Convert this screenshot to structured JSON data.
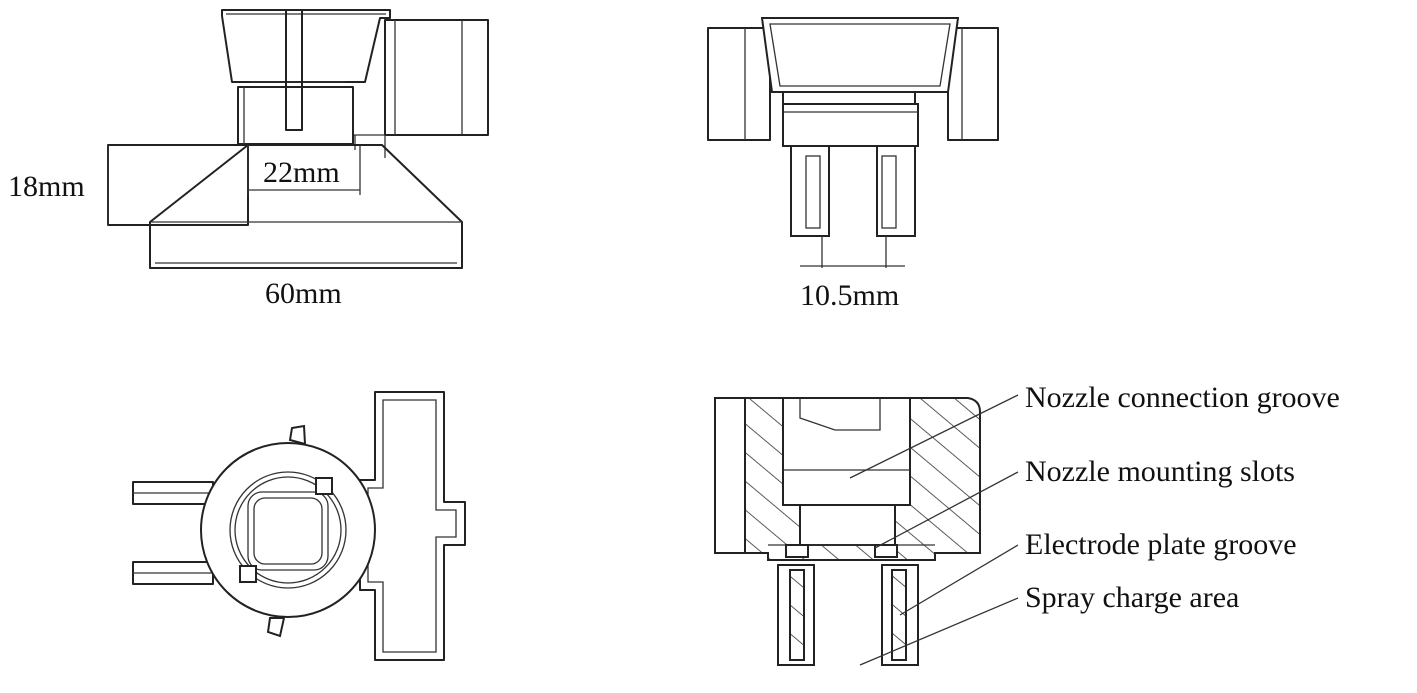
{
  "dimensions": {
    "height_left": "18mm",
    "inner_width": "22mm",
    "base_width": "60mm",
    "pin_spacing": "10.5mm"
  },
  "annotations": {
    "connection_groove": "Nozzle connection groove",
    "mounting_slots": "Nozzle mounting slots",
    "electrode_groove": "Electrode plate groove",
    "charge_area": "Spray charge area"
  }
}
